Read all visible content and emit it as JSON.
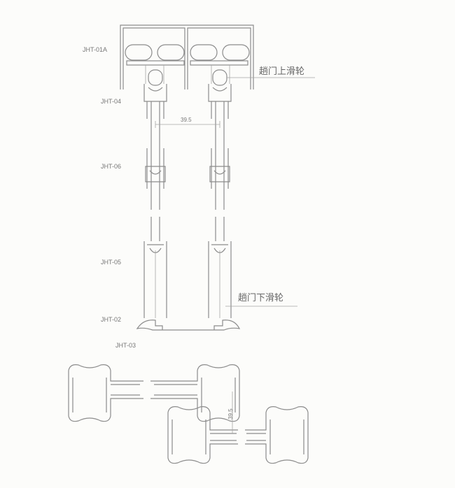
{
  "labels": {
    "top_track": "JHT-01A",
    "top_rail": "JHT-04",
    "middle_rail": "JHT-06",
    "bottom_rail": "JHT-05",
    "bottom_track": "JHT-02",
    "section": "JHT-03"
  },
  "callouts": {
    "upper_roller": "趟门上滑轮",
    "lower_roller": "趟门下滑轮"
  },
  "dimensions": {
    "door_spacing": "39.5",
    "section_spacing": "39.5"
  },
  "colors": {
    "stroke": "#8c8c8c",
    "background": "#fcfcfa"
  }
}
